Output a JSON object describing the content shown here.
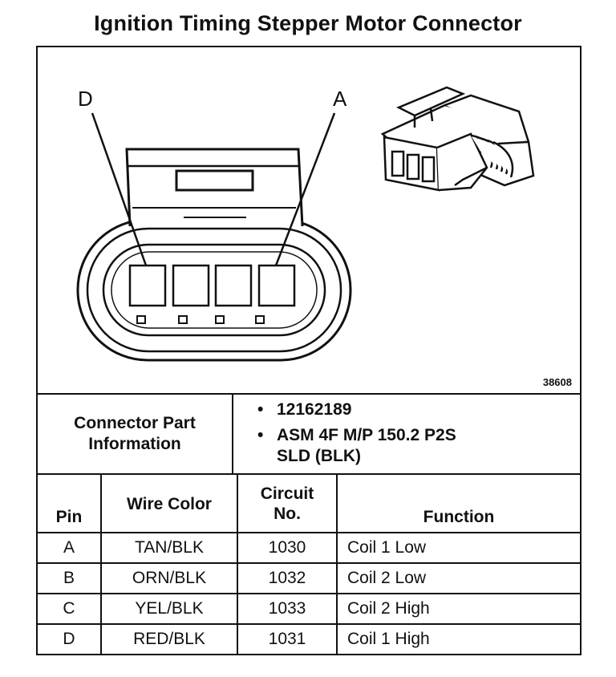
{
  "title": "Ignition Timing Stepper Motor Connector",
  "figure": {
    "number": "38608",
    "label_left": "D",
    "label_right": "A"
  },
  "connector_info": {
    "label_line1": "Connector Part",
    "label_line2": "Information",
    "items": [
      "12162189",
      "ASM 4F M/P 150.2 P2S",
      "SLD (BLK)"
    ]
  },
  "table": {
    "headers": {
      "pin": "Pin",
      "wire": "Wire Color",
      "circuit_1": "Circuit",
      "circuit_2": "No.",
      "function": "Function"
    },
    "rows": [
      {
        "pin": "A",
        "wire": "TAN/BLK",
        "circuit": "1030",
        "function": "Coil 1 Low"
      },
      {
        "pin": "B",
        "wire": "ORN/BLK",
        "circuit": "1032",
        "function": "Coil 2 Low"
      },
      {
        "pin": "C",
        "wire": "YEL/BLK",
        "circuit": "1033",
        "function": "Coil 2 High"
      },
      {
        "pin": "D",
        "wire": "RED/BLK",
        "circuit": "1031",
        "function": "Coil 1 High"
      }
    ]
  }
}
